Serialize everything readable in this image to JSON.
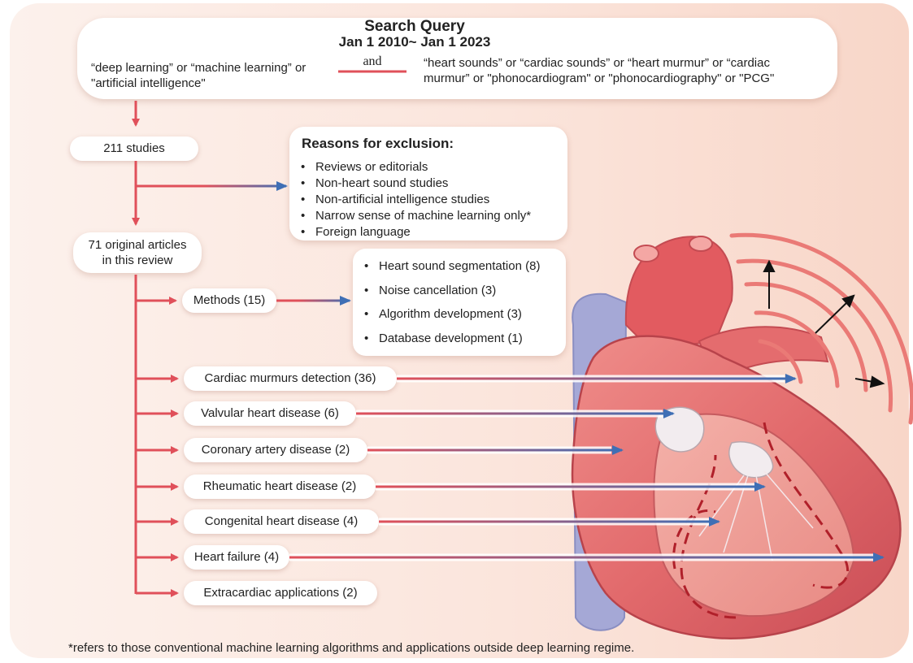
{
  "search": {
    "title": "Search Query",
    "date_range": "Jan 1 2010~ Jan 1 2023",
    "left_terms_line1": "“deep learning” or “machine learning” or",
    "left_terms_line2": "\"artificial intelligence\"",
    "connector": "and",
    "right_terms_line1": "“heart sounds” or “cardiac sounds” or “heart murmur” or “cardiac",
    "right_terms_line2": "murmur” or \"phonocardiogram\" or \"phonocardiography\" or \"PCG\""
  },
  "flow": {
    "studies": "211 studies",
    "articles_line1": "71 original articles",
    "articles_line2": "in this review"
  },
  "exclusion": {
    "title": "Reasons for exclusion:",
    "items": [
      "Reviews or editorials",
      "Non-heart sound studies",
      "Non-artificial intelligence studies",
      "Narrow sense of machine learning only*",
      "Foreign language"
    ]
  },
  "methods": {
    "label": "Methods (15)",
    "items": [
      "Heart sound segmentation (8)",
      "Noise cancellation (3)",
      "Algorithm development (3)",
      "Database development (1)"
    ]
  },
  "categories": [
    {
      "label": "Cardiac murmurs detection (36)"
    },
    {
      "label": "Valvular heart disease (6)"
    },
    {
      "label": "Coronary artery disease (2)"
    },
    {
      "label": "Rheumatic heart disease (2)"
    },
    {
      "label": "Congenital heart disease (4)"
    },
    {
      "label": "Heart failure (4)"
    },
    {
      "label": "Extracardiac applications (2)"
    }
  ],
  "footnote": "*refers to those conventional machine learning algorithms and applications outside deep learning regime.",
  "colors": {
    "red_arrow": "#e0505a",
    "blue_arrow": "#3f6fb5",
    "heart": "#e06b6b",
    "vein": "#9a9ed0",
    "background": "#fbe5dc"
  }
}
